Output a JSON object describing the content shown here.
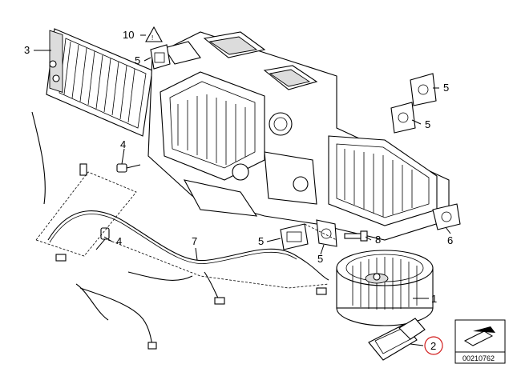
{
  "callouts": {
    "c1": "1",
    "c2": "2",
    "c3": "3",
    "c4a": "4",
    "c4b": "4",
    "c5a": "5",
    "c5b": "5",
    "c5c": "5",
    "c5d": "5",
    "c5e": "5",
    "c6": "6",
    "c7": "7",
    "c8": "8",
    "c10": "10"
  },
  "highlighted_callout": "2",
  "highlight_color": "#d21e1e",
  "document_number": "00210762",
  "icons": {
    "warning_triangle": "warning-triangle-icon",
    "orientation_arrow": "orientation-arrow-icon"
  }
}
